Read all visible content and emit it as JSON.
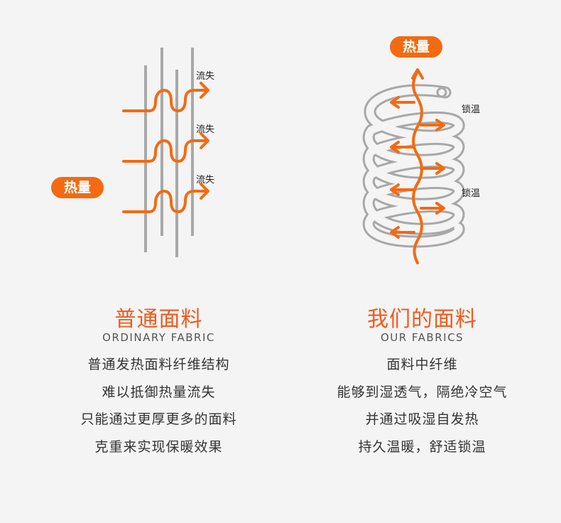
{
  "left": {
    "badge": "热量",
    "tags": [
      "流失",
      "流失",
      "流失"
    ],
    "title": "普通面料",
    "subtitle": "ORDINARY FABRIC",
    "lines": [
      "普通发热面料纤维结构",
      "难以抵御热量流失",
      "只能通过更厚更多的面料",
      "克重来实现保暖效果"
    ]
  },
  "right": {
    "badge": "热量",
    "tags": [
      "锁温",
      "锁温"
    ],
    "title": "我们的面料",
    "subtitle": "OUR FABRICS",
    "lines": [
      "面料中纤维",
      "能够到湿透气，隔绝冷空气",
      "并通过吸湿自发热",
      "持久温暖，舒适锁温"
    ]
  },
  "colors": {
    "accent": "#f36a12",
    "title": "#f05a1e",
    "fiber": "#a8a8a8",
    "text": "#333333"
  }
}
